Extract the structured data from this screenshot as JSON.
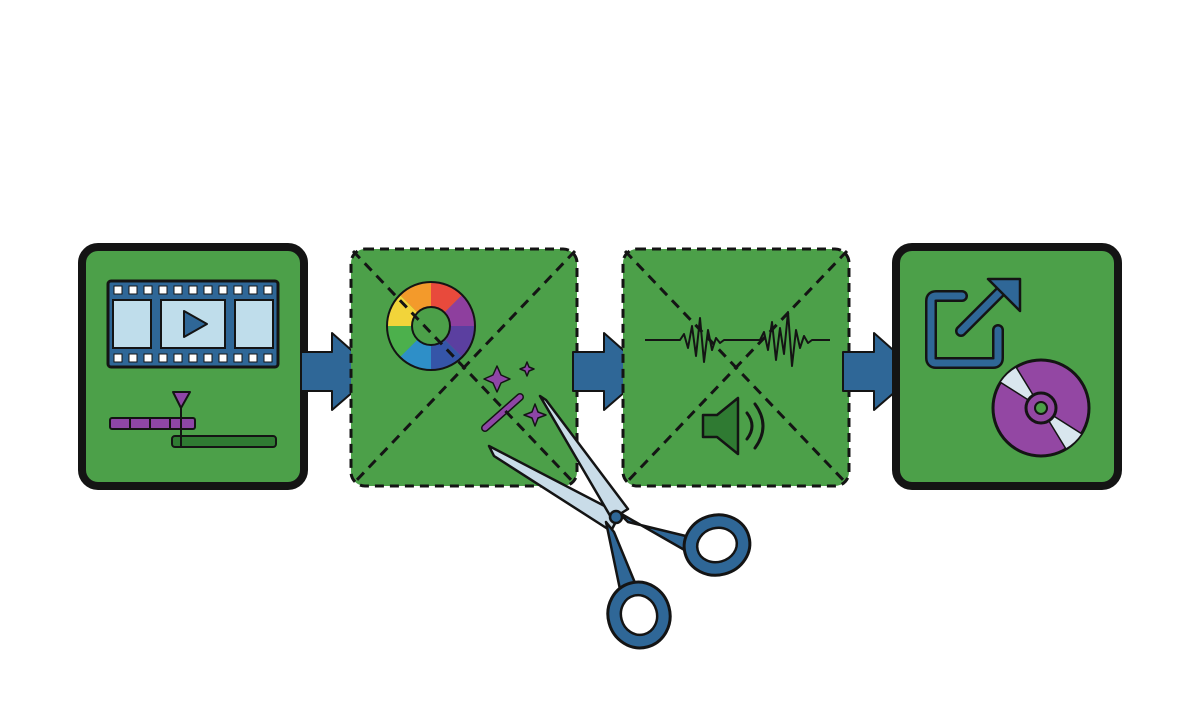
{
  "diagram": {
    "stages": [
      {
        "id": "edit",
        "icons": [
          "film-strip-icon",
          "play-icon",
          "timeline-icon",
          "playhead-icon"
        ],
        "removed": false
      },
      {
        "id": "color-effects",
        "icons": [
          "color-wheel-icon",
          "magic-wand-icon",
          "sparkle-icon"
        ],
        "removed": true
      },
      {
        "id": "audio",
        "icons": [
          "waveform-icon",
          "speaker-icon"
        ],
        "removed": true
      },
      {
        "id": "export",
        "icons": [
          "export-icon",
          "disc-icon"
        ],
        "removed": false
      }
    ],
    "connectors": [
      "arrow",
      "arrow",
      "arrow"
    ],
    "overlay": "scissors-icon"
  },
  "colors": {
    "box_fill": "#4CA049",
    "box_border": "#141414",
    "arrow": "#2F6797",
    "film_frame": "#2F6797",
    "film_window": "#BFDDEB",
    "timeline_purple": "#8E46A6",
    "timeline_green": "#2F7A32",
    "disc": "#9347A3",
    "scissor_handle": "#2F6797",
    "scissor_blade": "#C9DCE8"
  }
}
